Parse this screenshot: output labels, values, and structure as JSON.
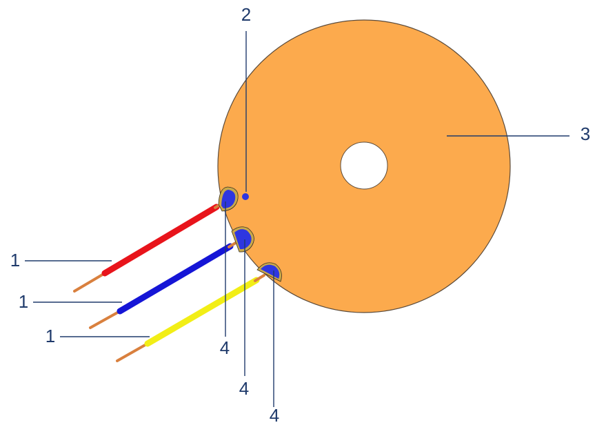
{
  "colors": {
    "disc": "#FCAA4D",
    "disc_outline": "#5a4a3a",
    "leader": "#1F3A6B",
    "callout_text": "#1F3A6B",
    "wire_red": "#E8141B",
    "wire_blue": "#1515D6",
    "wire_yellow": "#F2EE16",
    "copper": "#D9803E",
    "terminal_fill": "#2E36E0",
    "terminal_rim": "#C9A94A",
    "hole": "#FFFFFF"
  },
  "labels": {
    "wire_1": "1",
    "wire_2": "1",
    "wire_3": "1",
    "point": "2",
    "disc": "3",
    "terminal_1": "4",
    "terminal_2": "4",
    "terminal_3": "4"
  }
}
